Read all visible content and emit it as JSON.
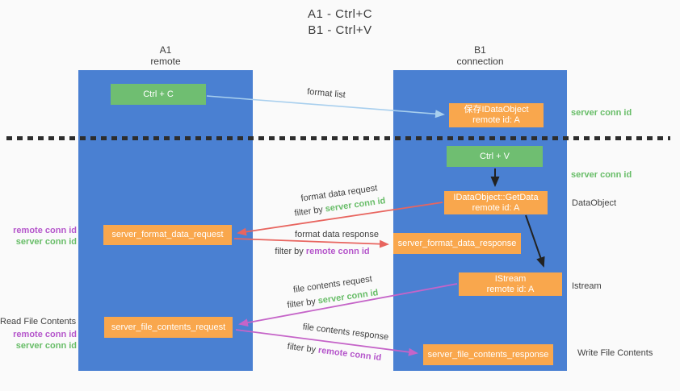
{
  "title": {
    "line1": "A1 - Ctrl+C",
    "line2": "B1 - Ctrl+V"
  },
  "lanes": {
    "left": {
      "name": "A1",
      "role": "remote"
    },
    "right": {
      "name": "B1",
      "role": "connection"
    }
  },
  "nodes": {
    "ctrl_c": {
      "label": "Ctrl + C"
    },
    "ctrl_v": {
      "label": "Ctrl + V"
    },
    "save_dataobject": {
      "line1": "保存IDataObject",
      "line2": "remote id: A"
    },
    "getdata": {
      "line1": "IDataObject::GetData",
      "line2": "remote id: A"
    },
    "istream": {
      "line1": "IStream",
      "line2": "remote id: A"
    },
    "format_request": {
      "label": "server_format_data_request"
    },
    "format_response": {
      "label": "server_format_data_response"
    },
    "file_request": {
      "label": "server_file_contents_request"
    },
    "file_response": {
      "label": "server_file_contents_response"
    }
  },
  "edge_labels": {
    "format_list": "format list",
    "format_data_request": "format data request",
    "format_data_response": "format data response",
    "file_contents_request": "file contents request",
    "file_contents_response": "file contents response",
    "filter_by": "filter by",
    "server_conn_id": "server conn id",
    "remote_conn_id": "remote conn id"
  },
  "side_labels": {
    "server_conn_id": "server conn id",
    "remote_conn_id": "remote conn id",
    "dataobject": "DataObject",
    "istream": "Istream",
    "read_file_contents": "Read File Contents",
    "write_file_contents": "Write File Contents"
  },
  "colors": {
    "lane_blue": "#4a80d2",
    "box_green": "#6fbe71",
    "box_orange": "#f9a74d",
    "arrow_blue": "#a8cfee",
    "arrow_red": "#e8655f",
    "arrow_purple": "#c564c8",
    "arrow_black": "#222222",
    "text_green": "#68bd68",
    "text_purple": "#b556cb"
  }
}
